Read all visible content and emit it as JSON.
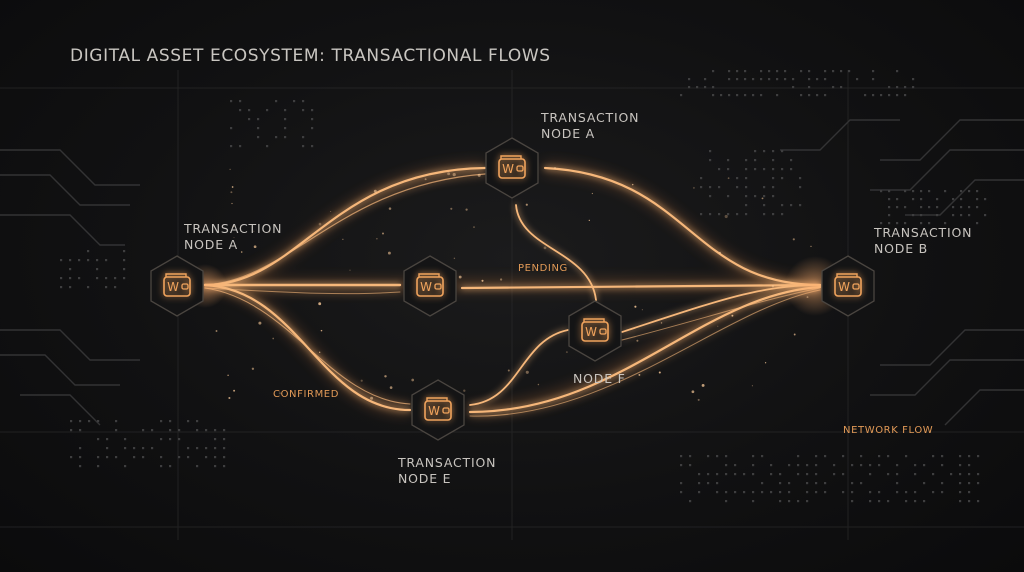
{
  "title": "DIGITAL ASSET ECOSYSTEM: TRANSACTIONAL FLOWS",
  "accent_color": "#f0a35c",
  "node_icon": "wallet-icon",
  "node_icon_text": "W",
  "nodes": [
    {
      "id": "left",
      "label": "TRANSACTION\nNODE A"
    },
    {
      "id": "top",
      "label": "TRANSACTION\nNODE A"
    },
    {
      "id": "mid",
      "label": ""
    },
    {
      "id": "f",
      "label": "NODE F"
    },
    {
      "id": "e",
      "label": "TRANSACTION\nNODE E"
    },
    {
      "id": "right",
      "label": "TRANSACTION\nNODE B"
    }
  ],
  "status_labels": {
    "pending": "PENDING",
    "confirmed": "CONFIRMED",
    "network_flow": "NETWORK FLOW"
  }
}
